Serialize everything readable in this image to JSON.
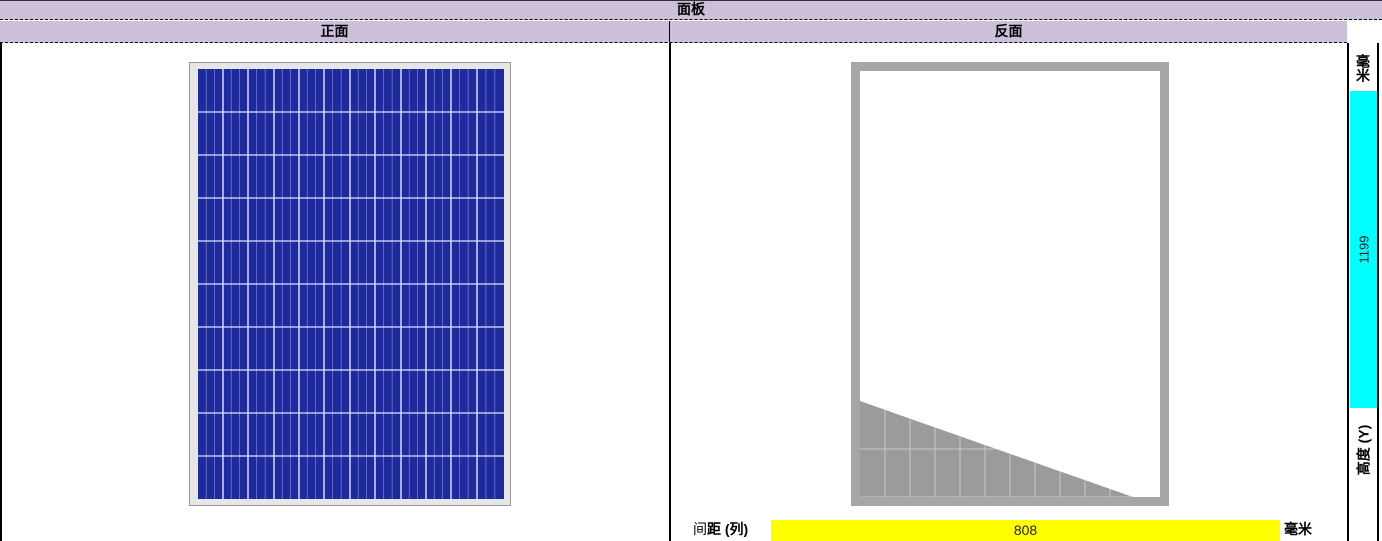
{
  "header": {
    "title": "面板"
  },
  "views": {
    "front_label": "正面",
    "back_label": "反面"
  },
  "spacing": {
    "label_prefix": "间",
    "label_rest": "距 (列)",
    "value": "808",
    "unit": "毫米"
  },
  "height": {
    "unit": "毫米",
    "value": "1199",
    "label": "高度 (Y)"
  },
  "colors": {
    "header_bg": "#ccc0da",
    "solar_cell": "#1e2a9c",
    "panel_frame": "#a6a6a6",
    "spacing_highlight": "#ffff00",
    "height_highlight": "#00ffff"
  }
}
